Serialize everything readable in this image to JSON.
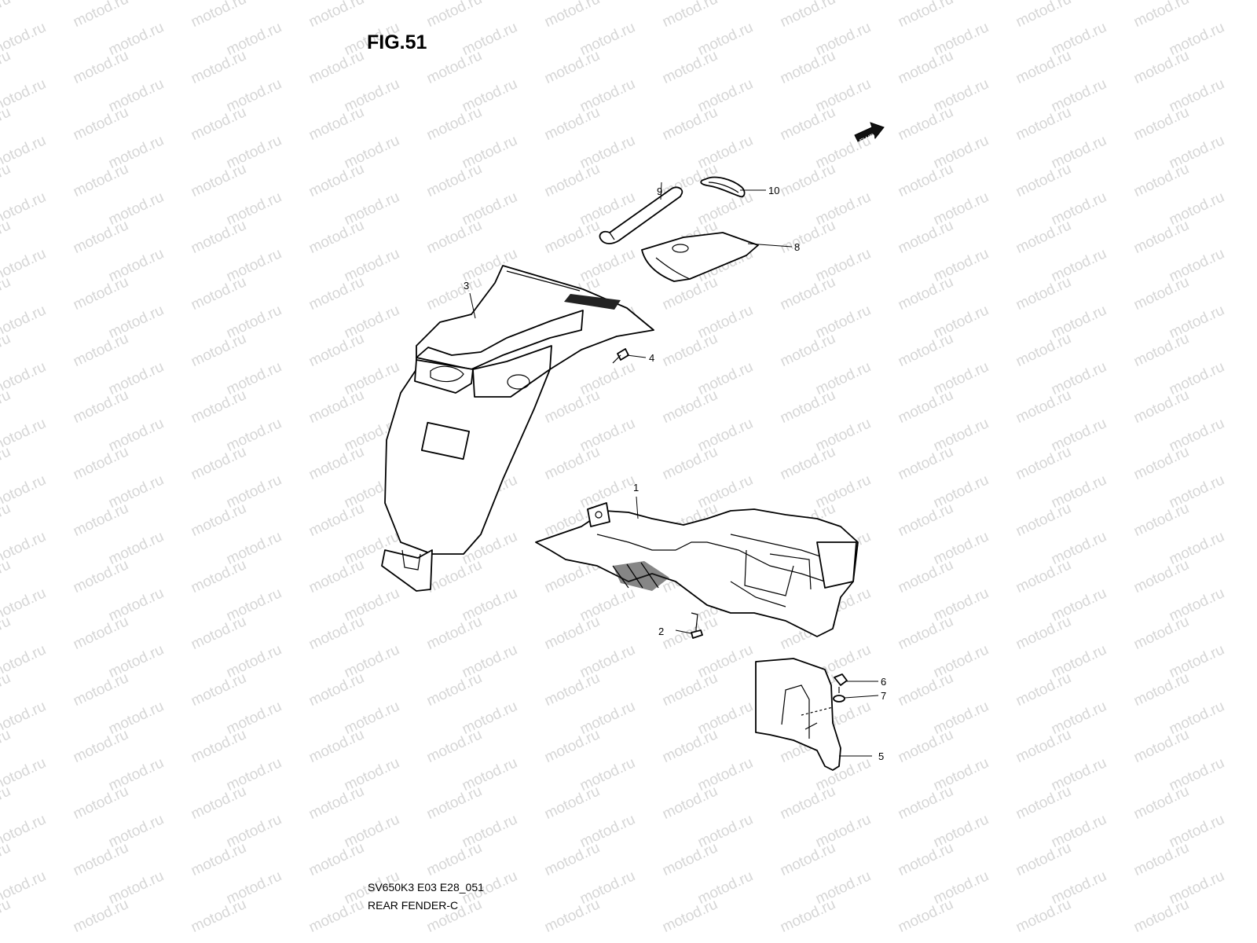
{
  "figure": {
    "title": "FIG.51",
    "model_code": "SV650K3 E03 E28_051",
    "name": "REAR FENDER-C"
  },
  "watermark": {
    "text": "motod.ru"
  },
  "direction_marker": {
    "label": "FWD"
  },
  "callouts": [
    {
      "id": "1",
      "label": "1"
    },
    {
      "id": "2",
      "label": "2"
    },
    {
      "id": "3",
      "label": "3"
    },
    {
      "id": "4",
      "label": "4"
    },
    {
      "id": "5",
      "label": "5"
    },
    {
      "id": "6",
      "label": "6"
    },
    {
      "id": "7",
      "label": "7"
    },
    {
      "id": "8",
      "label": "8"
    },
    {
      "id": "9",
      "label": "9"
    },
    {
      "id": "10",
      "label": "10"
    }
  ]
}
